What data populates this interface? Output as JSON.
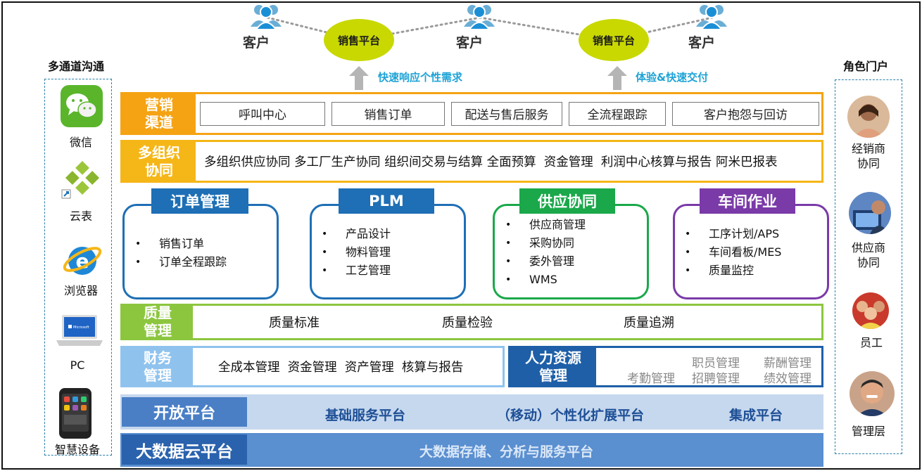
{
  "top": {
    "customer_label": "客户",
    "platform_label": "销售平台",
    "left_arrow_text": "快速响应个性需求",
    "right_arrow_text": "体验&快速交付"
  },
  "left_panel": {
    "title": "多通道沟通",
    "items": [
      {
        "label": "微信",
        "icon": "wechat-icon"
      },
      {
        "label": "云表",
        "icon": "cloud-table-icon"
      },
      {
        "label": "浏览器",
        "icon": "browser-icon"
      },
      {
        "label": "PC",
        "icon": "laptop-icon"
      },
      {
        "label": "智慧设备",
        "icon": "smart-device-icon"
      }
    ]
  },
  "right_panel": {
    "title": "角色门户",
    "items": [
      {
        "label_line1": "经销商",
        "label_line2": "协同"
      },
      {
        "label_line1": "供应商",
        "label_line2": "协同"
      },
      {
        "label_line1": "员工",
        "label_line2": ""
      },
      {
        "label_line1": "管理层",
        "label_line2": ""
      }
    ]
  },
  "marketing": {
    "head_line1": "营销",
    "head_line2": "渠道",
    "items": [
      "呼叫中心",
      "销售订单",
      "配送与售后服务",
      "全流程跟踪",
      "客户抱怨与回访"
    ]
  },
  "multi_org": {
    "head_line1": "多组织",
    "head_line2": "协同",
    "text": "多组织供应协同 多工厂生产协同 组织间交易与结算 全面预算  资金管理  利润中心核算与报告 阿米巴报表"
  },
  "modules": [
    {
      "title": "订单管理",
      "items": [
        "销售订单",
        "订单全程跟踪"
      ]
    },
    {
      "title": "PLM",
      "items": [
        "产品设计",
        "物料管理",
        "工艺管理"
      ]
    },
    {
      "title": "供应协同",
      "items": [
        "供应商管理",
        "采购协同",
        "委外管理",
        "WMS"
      ]
    },
    {
      "title": "车间作业",
      "items": [
        "工序计划/APS",
        "车间看板/MES",
        "质量监控"
      ]
    }
  ],
  "quality": {
    "head_line1": "质量",
    "head_line2": "管理",
    "items": [
      "质量标准",
      "质量检验",
      "质量追溯"
    ]
  },
  "finance": {
    "head_line1": "财务",
    "head_line2": "管理",
    "text": "全成本管理  资金管理  资产管理  核算与报告"
  },
  "hr": {
    "head_line1": "人力资源",
    "head_line2": "管理",
    "items": [
      "职员管理",
      "薪酬管理",
      "考勤管理",
      "招聘管理",
      "绩效管理"
    ]
  },
  "open_platform": {
    "head": "开放平台",
    "items": [
      "基础服务平台",
      "（移动）个性化扩展平台",
      "集成平台"
    ]
  },
  "bigdata": {
    "head": "大数据云平台",
    "text": "大数据存储、分析与服务平台"
  },
  "colors": {
    "orange": "#f5a313",
    "orange_dark": "#ef8c00",
    "yellow": "#f5b617",
    "blue_module": "#1e6fb5",
    "green_module": "#1aa84a",
    "purple_module": "#7a3aa8",
    "lime": "#8cc63f",
    "light_blue": "#8fc3ee",
    "navy": "#1e5fa8",
    "band_light": "#c6d8ee",
    "band_head": "#4a7fc6",
    "band_deep": "#5a8fd0",
    "band_head_dark": "#2a62ad"
  }
}
